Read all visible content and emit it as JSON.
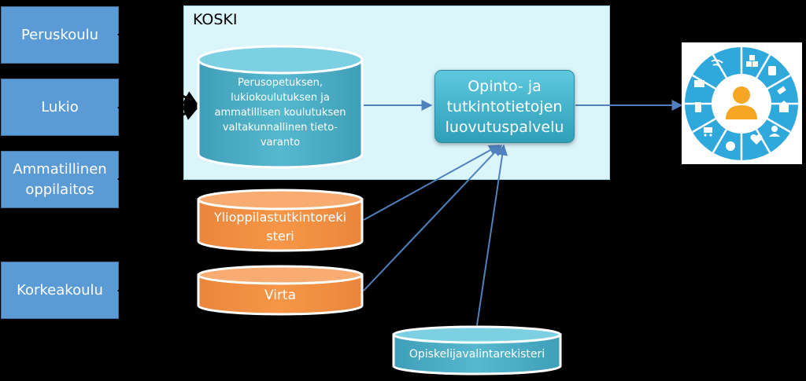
{
  "sources": {
    "peruskoulu": "Peruskoulu",
    "lukio": "Lukio",
    "ammatillinen": [
      "Ammatillinen",
      "oppilaitos"
    ],
    "korkeakoulu": "Korkeakoulu"
  },
  "koski": {
    "title": "KOSKI",
    "repository": [
      "Perusopetuksen,",
      "lukiokoulutuksen ja",
      "ammatillisen koulutuksen",
      "valtakunnallinen tieto-",
      "varanto"
    ]
  },
  "service": [
    "Opinto- ja",
    "tutkintotietojen",
    "luovutuspalvelu"
  ],
  "registries": {
    "ylioppilas": [
      "Ylioppilastutkintoreki",
      "steri"
    ],
    "virta": "Virta",
    "opiskelijavalinta": "Opiskelijavalintarekisteri"
  },
  "colors": {
    "source_box": "#5b9bd5",
    "koski_bg": "#dbf6fb",
    "teal": "#4bacc6",
    "orange": "#f79646",
    "arrow": "#4f81bd"
  },
  "icons": [
    "person-icon",
    "blocks-abc-icon",
    "tram-icon",
    "plug-icon",
    "bank-icon",
    "rating-stars-icon",
    "heart-plus-icon",
    "euro-coin-icon",
    "shopping-cart-icon",
    "smartphone-icon",
    "monitor-icon",
    "wifi-icon"
  ]
}
